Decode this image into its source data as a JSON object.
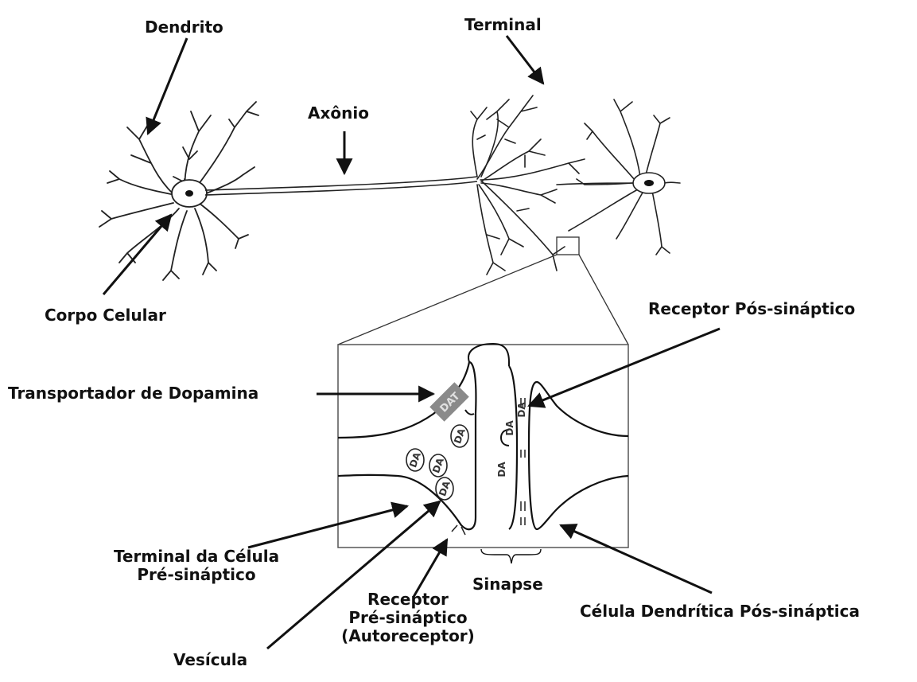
{
  "labels": {
    "dendrito": "Dendrito",
    "terminal": "Terminal",
    "axonio": "Axônio",
    "corpo_celular": "Corpo Celular",
    "receptor_pos": "Receptor Pós-sináptico",
    "transportador": "Transportador de Dopamina",
    "terminal_celula_l1": "Terminal da Célula",
    "terminal_celula_l2": "Pré-sináptico",
    "sinapse": "Sinapse",
    "celula_dendritica": "Célula Dendrítica Pós-sináptica",
    "receptor_pre_l1": "Receptor",
    "receptor_pre_l2": "Pré-sináptico",
    "receptor_pre_l3": "(Autoreceptor)",
    "vesicula": "Vesícula"
  },
  "inset": {
    "dat": "DAT",
    "vesicle_da": [
      "DA",
      "DA",
      "DA",
      "DA"
    ],
    "cleft_da": [
      "DA",
      "DA",
      "DA"
    ]
  }
}
